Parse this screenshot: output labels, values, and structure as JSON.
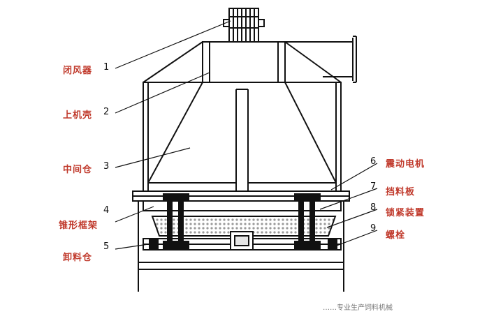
{
  "diagram": {
    "parts": [
      {
        "num": "1",
        "label": "闭风器"
      },
      {
        "num": "2",
        "label": "上机壳"
      },
      {
        "num": "3",
        "label": "中间仓"
      },
      {
        "num": "4",
        "label": "锥形框架"
      },
      {
        "num": "5",
        "label": "卸料仓"
      },
      {
        "num": "6",
        "label": "震动电机"
      },
      {
        "num": "7",
        "label": "挡料板"
      },
      {
        "num": "8",
        "label": "锁紧装置"
      },
      {
        "num": "9",
        "label": "螺栓"
      }
    ],
    "watermark": "……专业生产饲料机械"
  },
  "colors": {
    "line": "#111111",
    "label": "#c0392b",
    "hatch": "#d8d8d8"
  }
}
